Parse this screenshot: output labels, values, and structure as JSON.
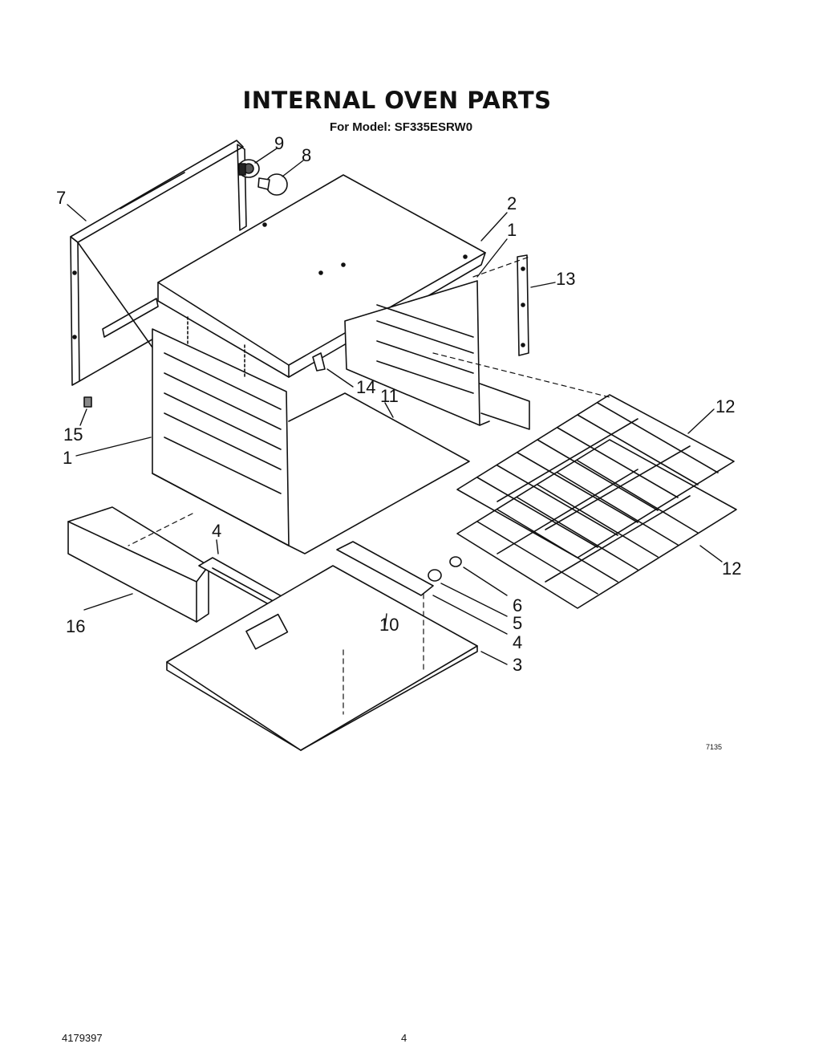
{
  "header": {
    "title": "INTERNAL OVEN PARTS",
    "model_line": "For Model: SF335ESRW0"
  },
  "callouts": [
    {
      "id": "c9",
      "label": "9"
    },
    {
      "id": "c8",
      "label": "8"
    },
    {
      "id": "c7",
      "label": "7"
    },
    {
      "id": "c2",
      "label": "2"
    },
    {
      "id": "c1a",
      "label": "1"
    },
    {
      "id": "c13",
      "label": "13"
    },
    {
      "id": "c14",
      "label": "14"
    },
    {
      "id": "c11",
      "label": "11"
    },
    {
      "id": "c15",
      "label": "15"
    },
    {
      "id": "c1b",
      "label": "1"
    },
    {
      "id": "c12a",
      "label": "12"
    },
    {
      "id": "c12b",
      "label": "12"
    },
    {
      "id": "c4a",
      "label": "4"
    },
    {
      "id": "c6",
      "label": "6"
    },
    {
      "id": "c5",
      "label": "5"
    },
    {
      "id": "c4b",
      "label": "4"
    },
    {
      "id": "c10",
      "label": "10"
    },
    {
      "id": "c3",
      "label": "3"
    },
    {
      "id": "c16",
      "label": "16"
    }
  ],
  "figure_number": "7135",
  "footer": {
    "document_number": "4179397",
    "page_number": "4"
  }
}
